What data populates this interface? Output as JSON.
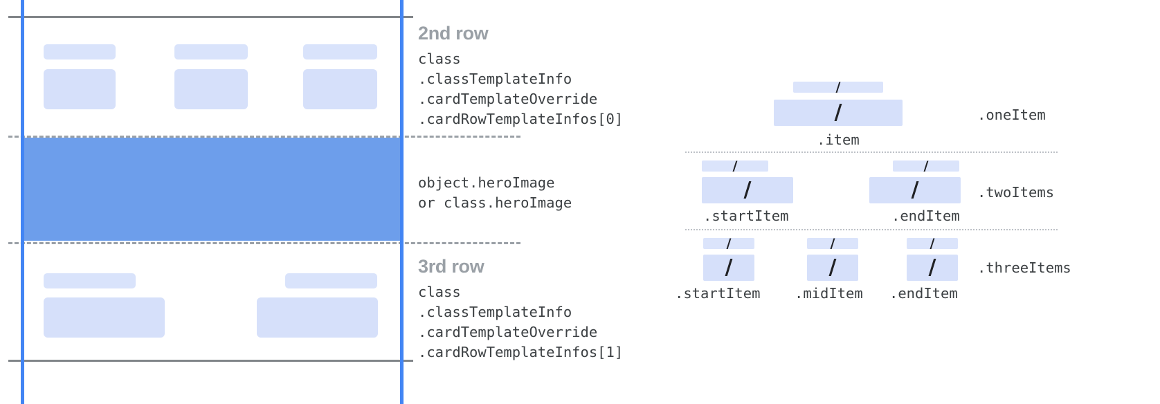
{
  "diagram": {
    "title_hidden": "",
    "colors": {
      "guide_blue": "#4285f4",
      "hero_blue": "#6d9eeb",
      "placeholder_blue": "#d6e0fa",
      "rule_gray": "#818589",
      "dash_gray": "#9aa0a6",
      "heading_gray": "#9aa0a6",
      "code_text": "#3c4043",
      "background": "#ffffff"
    }
  },
  "left_panel": {
    "sections": [
      {
        "id": "second-row",
        "heading": "2nd row",
        "code_lines": [
          "class",
          ".classTemplateInfo",
          ".cardTemplateOverride",
          ".cardRowTemplateInfos[0]"
        ],
        "columns": 3
      },
      {
        "id": "hero-image",
        "heading": "",
        "code_lines": [
          "object.heroImage",
          "or class.heroImage"
        ],
        "columns": 0
      },
      {
        "id": "third-row",
        "heading": "3rd row",
        "code_lines": [
          "class",
          ".classTemplateInfo",
          ".cardTemplateOverride",
          ".cardRowTemplateInfos[1]"
        ],
        "columns": 2
      }
    ]
  },
  "right_panel": {
    "groups": [
      {
        "id": "one-item",
        "name": ".oneItem",
        "slot_labels": [
          ".item"
        ],
        "slash": "/"
      },
      {
        "id": "two-items",
        "name": ".twoItems",
        "slot_labels": [
          ".startItem",
          ".endItem"
        ],
        "slash": "/"
      },
      {
        "id": "three-items",
        "name": ".threeItems",
        "slot_labels": [
          ".startItem",
          ".midItem",
          ".endItem"
        ],
        "slash": "/"
      }
    ]
  }
}
